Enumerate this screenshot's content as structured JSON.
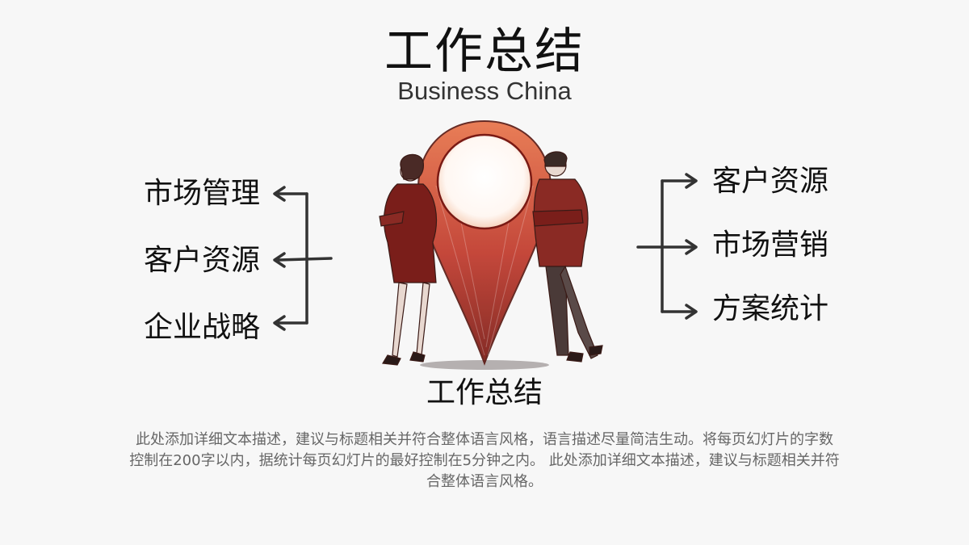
{
  "title": "工作总结",
  "subtitle": "Business China",
  "left_items": [
    "市场管理",
    "客户资源",
    "企业战略"
  ],
  "right_items": [
    "客户资源",
    "市场营销",
    "方案统计"
  ],
  "center_label": "工作总结",
  "description": [
    "此处添加详细文本描述，建议与标题相关并符合整体语言风格，语言描述尽量简洁生动。将每页幻灯片的字数",
    "控制在200字以内，据统计每页幻灯片的最好控制在5分钟之内。 此处添加详细文本描述，建议与标题相关并符",
    "合整体语言风格。"
  ],
  "colors": {
    "accent": "#c0392b",
    "accent_light": "#e8744a",
    "dark": "#3a2a2a"
  }
}
